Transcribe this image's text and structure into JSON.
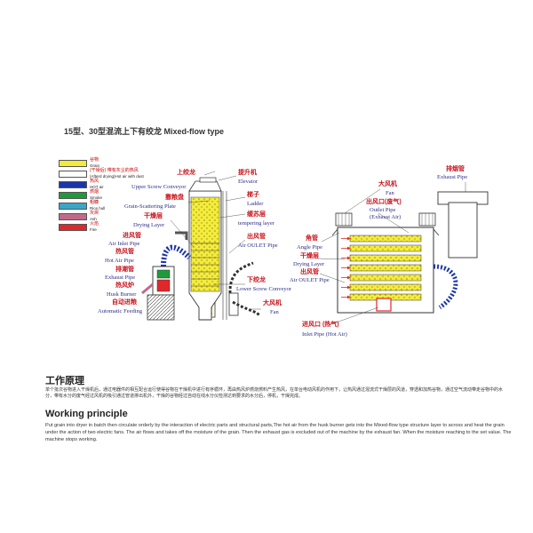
{
  "title": "15型、30型混流上下有绞龙  Mixed-flow type",
  "legend": [
    {
      "cn": "谷物",
      "en": "Grain",
      "color": "#f3ea3a"
    },
    {
      "cn": "(干燥后) 带有灰尘的热风",
      "en": "(Afterd drying)Hot air with dust",
      "color": "#ffffff"
    },
    {
      "cn": "热风",
      "en": "HOT air",
      "color": "#1a35a8"
    },
    {
      "cn": "燃烟",
      "en": "Smoke",
      "color": "#1f9a3a"
    },
    {
      "cn": "粗糠",
      "en": "Rice hull",
      "color": "#3aa7c9"
    },
    {
      "cn": "灰烬",
      "en": "Ash",
      "color": "#c06a8a"
    },
    {
      "cn": "火焰",
      "en": "Fire",
      "color": "#e0282a"
    }
  ],
  "left_labels": {
    "upper_screw_cn": "上绞龙",
    "upper_screw_en": "Upper Screw Conveyor",
    "elevator_cn": "提升机",
    "elevator_en": "Elevator",
    "grain_plate_cn": "撒粮盘",
    "grain_plate_en": "Grain-Scattering Plate",
    "ladder_cn": "梯子",
    "ladder_en": "Ladder",
    "tempering_cn": "缓苏层",
    "tempering_en": "tempering layer",
    "drying_cn": "干燥层",
    "drying_en": "Drying Layer",
    "air_inlet_cn": "进风管",
    "air_inlet_en": "Air Inlet Pipe",
    "hot_air_cn": "热风管",
    "hot_air_en": "Hot Air Pipe",
    "exhaust_cn": "排潮管",
    "exhaust_en": "Exhaust Pipe",
    "husk_burner_cn": "热风炉",
    "husk_burner_en": "Husk Burner",
    "auto_feed_cn": "自动进粮",
    "auto_feed_en": "Automatic Feeding",
    "air_outlet_cn": "出风管",
    "air_outlet_en": "Air OULET Pipe",
    "lower_screw_cn": "下绞龙",
    "lower_screw_en": "Lower Screw Conveyor",
    "fan_cn": "大风机",
    "fan_en": "Fan"
  },
  "right_labels": {
    "exhaust_cn": "排烟管",
    "exhaust_en": "Exhaust Pipe",
    "fan_cn": "大风机",
    "fan_en": "Fan",
    "outlet_cn": "出风口(废气)",
    "outlet_en": "Outlet Pipe",
    "outlet_en2": "(Exhaust Air)",
    "angle_cn": "角管",
    "angle_en": "Angle Pipe",
    "drying_cn": "干燥层",
    "drying_en": "Drying Layer",
    "air_outlet_cn": "出风管",
    "air_outlet_en": "Air OULET Pipe",
    "inlet_cn": "进风口 (热气)",
    "inlet_en": "Inlet Pipe (Hot Air)"
  },
  "working_cn_title": "工作原理",
  "working_cn_body": "单个批次谷物进入干燥机后，通过电器件的相互配合运行使得谷物在干燥机中进行有序循环，再由热风炉燃烧燃料产生热风，在单台电动风机的作用下，让热风通过混流式干燥层的风道，穿透和加热谷物，通过空气流动带走谷物中的水分，带有水分的废气经过风机的吸引通过管道排出机外，干燥的谷物经过自动在线水分仪检测达到要求的水分后，停机，干燥完成。",
  "working_en_title": "Working principle",
  "working_en_body": "Put grain into dryer in batch then circulate orderly by the interaction of electric parts and structural parts,The hot air from the husk burner gets into the Mixed-flow type structure layer to across and heat the grain under the action of two electric fans. The air flows and takes off the moisture of the grain. Then the exhaust gas is excluded out of the machine by the exhaust fan. When the moisture reaching to the set value. The machine stops working."
}
